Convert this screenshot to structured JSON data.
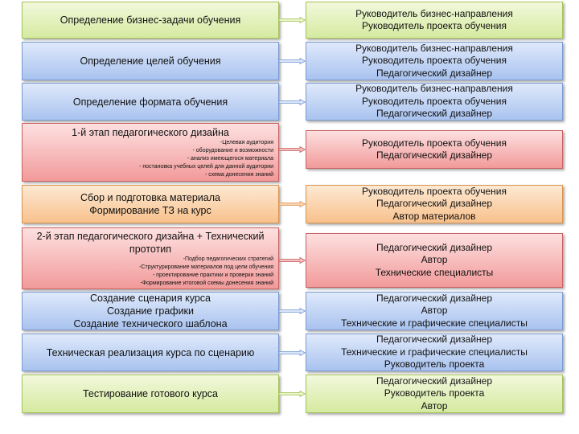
{
  "rows": [
    {
      "stage": "Определение бизнес-задачи обучения",
      "details": [],
      "roles": [
        "Руководитель бизнес-направления",
        "Руководитель проекта обучения"
      ],
      "left_color": "green",
      "right_color": "green"
    },
    {
      "stage": "Определение  целей обучения",
      "details": [],
      "roles": [
        "Руководитель бизнес-направления",
        "Руководитель проекта обучения",
        "Педагогический дизайнер"
      ],
      "left_color": "blue",
      "right_color": "blue"
    },
    {
      "stage": "Определение формата обучения",
      "details": [],
      "roles": [
        "Руководитель бизнес-направления",
        "Руководитель проекта обучения",
        "Педагогический дизайнер"
      ],
      "left_color": "blue",
      "right_color": "blue"
    },
    {
      "stage": "1-й этап педагогического дизайна",
      "details": [
        "-Целевая аудитория",
        "- оборудование и возможности",
        "- анализ имеющегося материала",
        "- постановка учебных целей для данной аудитории",
        "- схема донесения знаний"
      ],
      "roles": [
        "Руководитель проекта обучения",
        "Педагогический дизайнер"
      ],
      "left_color": "red",
      "right_color": "red"
    },
    {
      "stage": "Сбор и подготовка материала\nФормирование ТЗ на курс",
      "details": [],
      "roles": [
        "Руководитель проекта обучения",
        "Педагогический дизайнер",
        "Автор материалов"
      ],
      "left_color": "orange",
      "right_color": "orange"
    },
    {
      "stage": "2-й этап педагогического дизайна + Технический прототип",
      "details": [
        "-Подбор педагогических стратегий",
        "-Структурирование материалов под цели обучения",
        "- проектирование практики и проверки знаний",
        "-Формирование итоговой схемы донесения знаний"
      ],
      "roles": [
        "Педагогический дизайнер",
        "Автор",
        "Технические специалисты"
      ],
      "left_color": "red",
      "right_color": "red"
    },
    {
      "stage": "Создание сценария курса\nСоздание графики\nСоздание технического шаблона",
      "details": [],
      "roles": [
        "Педагогический дизайнер",
        "Автор",
        "Технические и графические специалисты"
      ],
      "left_color": "blue",
      "right_color": "blue"
    },
    {
      "stage": "Техническая реализация курса по сценарию",
      "details": [],
      "roles": [
        "Педагогический дизайнер",
        "Технические и графические специалисты",
        "Руководитель проекта"
      ],
      "left_color": "blue",
      "right_color": "blue"
    },
    {
      "stage": "Тестирование готового курса",
      "details": [],
      "roles": [
        "Педагогический дизайнер",
        "Руководитель проекта",
        "Автор"
      ],
      "left_color": "green",
      "right_color": "green"
    }
  ]
}
